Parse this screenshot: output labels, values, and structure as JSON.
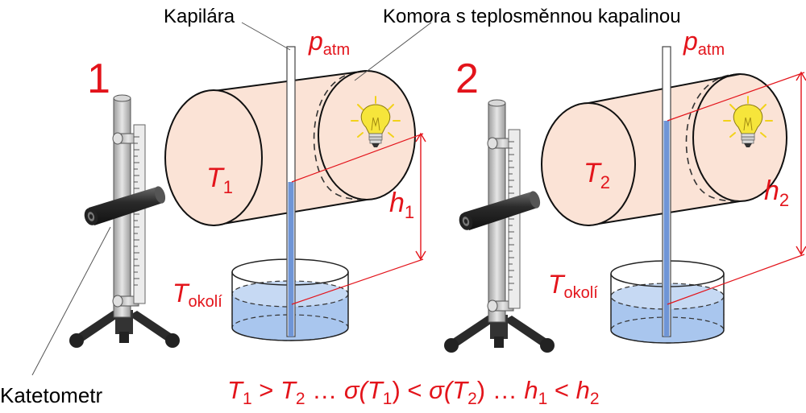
{
  "labels": {
    "capillary": "Kapilára",
    "chamber": "Komora s teplosměnnou kapalinou",
    "cathetometer": "Katetometr"
  },
  "setups": [
    {
      "number": "1",
      "temp_main": "T",
      "temp_sub": "1",
      "height_main": "h",
      "height_sub": "1",
      "patm_main": "p",
      "patm_sub": "atm",
      "tokoli_main": "T",
      "tokoli_sub": "okolí"
    },
    {
      "number": "2",
      "temp_main": "T",
      "temp_sub": "2",
      "height_main": "h",
      "height_sub": "2",
      "patm_main": "p",
      "patm_sub": "atm",
      "tokoli_main": "T",
      "tokoli_sub": "okolí"
    }
  ],
  "equation": {
    "t1": "T",
    "t1_sub": "1",
    "gt": " > ",
    "t2": "T",
    "t2_sub": "2",
    "dots1": " … ",
    "sig1": "σ(T",
    "sig1_sub": "1",
    "sig1_close": ")",
    "lt1": " < ",
    "sig2": "σ(T",
    "sig2_sub": "2",
    "sig2_close": ")",
    "dots2": " … ",
    "h1": "h",
    "h1_sub": "1",
    "lt2": " < ",
    "h2": "h",
    "h2_sub": "2"
  },
  "colors": {
    "accent_red": "#e3141b",
    "chamber_fill": "#fbe3d6",
    "water": "#a9c6ee",
    "capillary_liquid": "#6f95d6",
    "bulb": "#f6e53b",
    "stand_dark": "#333333"
  },
  "icons": [
    "lightbulb-icon",
    "cathetometer-icon"
  ]
}
